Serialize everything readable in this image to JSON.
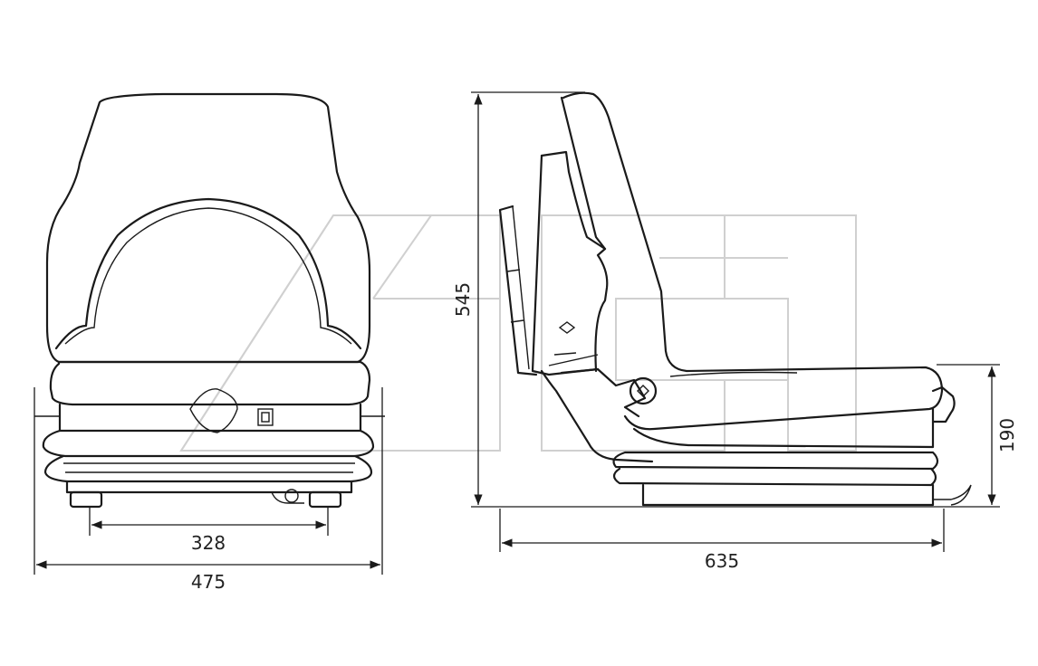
{
  "colors": {
    "ink": "#1a1a1a",
    "watermark": "#d0d0d0",
    "background": "#ffffff"
  },
  "dimensions": {
    "front_bolt_spacing": "328",
    "front_width": "475",
    "side_depth": "635",
    "side_height": "545",
    "side_suspension_height": "190"
  }
}
